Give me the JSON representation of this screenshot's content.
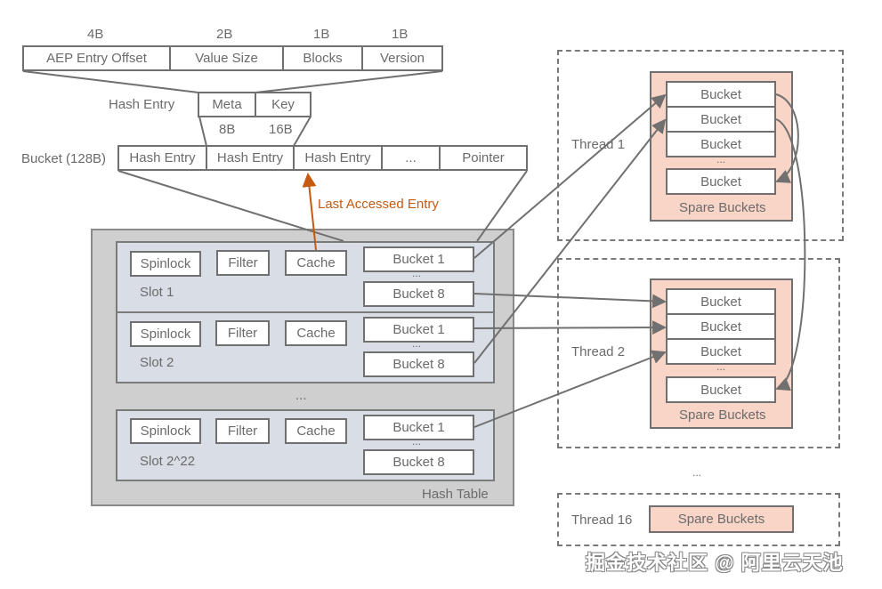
{
  "meta_layout": {
    "sizes": [
      "4B",
      "2B",
      "1B",
      "1B"
    ],
    "fields": [
      "AEP Entry Offset",
      "Value Size",
      "Blocks",
      "Version"
    ]
  },
  "hash_entry": {
    "label": "Hash Entry",
    "fields": [
      "Meta",
      "Key"
    ],
    "sizes": [
      "8B",
      "16B"
    ]
  },
  "bucket": {
    "label": "Bucket (128B)",
    "cells": [
      "Hash Entry",
      "Hash Entry",
      "Hash Entry",
      "...",
      "Pointer"
    ]
  },
  "annotation": {
    "last_accessed": "Last Accessed Entry",
    "accent_color": "#c55a11"
  },
  "hash_table": {
    "label": "Hash Table",
    "ellipsis": "...",
    "slots": [
      {
        "name": "Slot 1",
        "spinlock": "Spinlock",
        "filter": "Filter",
        "cache": "Cache",
        "bucket_first": "Bucket 1",
        "bucket_last": "Bucket 8",
        "ellipsis": "..."
      },
      {
        "name": "Slot 2",
        "spinlock": "Spinlock",
        "filter": "Filter",
        "cache": "Cache",
        "bucket_first": "Bucket 1",
        "bucket_last": "Bucket 8",
        "ellipsis": "..."
      },
      {
        "name": "Slot 2^22",
        "spinlock": "Spinlock",
        "filter": "Filter",
        "cache": "Cache",
        "bucket_first": "Bucket 1",
        "bucket_last": "Bucket 8",
        "ellipsis": "..."
      }
    ]
  },
  "threads": [
    {
      "name": "Thread 1",
      "spare_label": "Spare Buckets",
      "buckets": [
        "Bucket",
        "Bucket",
        "Bucket",
        "Bucket"
      ],
      "ellipsis": "..."
    },
    {
      "name": "Thread 2",
      "spare_label": "Spare Buckets",
      "buckets": [
        "Bucket",
        "Bucket",
        "Bucket",
        "Bucket"
      ],
      "ellipsis": "..."
    },
    {
      "name": "Thread 16",
      "spare_label": "Spare Buckets"
    }
  ],
  "threads_ellipsis": "...",
  "watermark": "掘金技术社区 @ 阿里云天池",
  "colors": {
    "hash_table_bg": "#cfcfcf",
    "slot_bg": "#d8dde6",
    "spare_bg": "#f8d5c7",
    "line": "#707070"
  }
}
